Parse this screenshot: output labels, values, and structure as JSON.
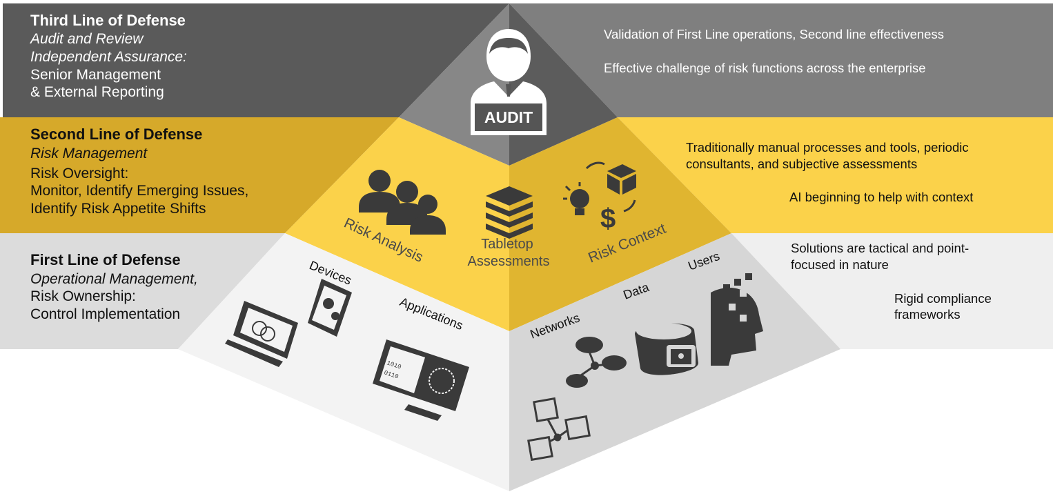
{
  "colors": {
    "third_band": "#5a5a5a",
    "third_pyramid_left": "#7a7a7a",
    "third_pyramid_right": "#555555",
    "second_band": "#d6a92a",
    "second_pyramid_left": "#fbd24a",
    "second_pyramid_right": "#e0b530",
    "first_band": "#dcdcdc",
    "first_pyramid_left": "#f3f3f3",
    "first_pyramid_right": "#d6d6d6",
    "icon_dark": "#3a3a3a"
  },
  "third_line": {
    "title": "Third Line of Defense",
    "subtitle": "Audit and Review",
    "line1": "Independent  Assurance:",
    "line2": "Senior Management",
    "line3": "& External Reporting",
    "right_1": "Validation of First Line operations, Second line effectiveness",
    "right_2": "Effective challenge of risk functions across the enterprise"
  },
  "second_line": {
    "title": "Second Line of Defense",
    "subtitle": "Risk Management",
    "line1": "Risk Oversight:",
    "line2": "Monitor, Identify Emerging Issues,",
    "line3": "Identify Risk Appetite Shifts",
    "right_1a": "Traditionally manual processes and tools, periodic",
    "right_1b": "consultants, and subjective assessments",
    "right_2": "AI beginning to help with context"
  },
  "first_line": {
    "title": "First Line of Defense",
    "subtitle": "Operational Management,",
    "line1": "Risk Ownership:",
    "line2": "Control Implementation",
    "right_1a": "Solutions are tactical and point-",
    "right_1b": "focused in nature",
    "right_2a": "Rigid compliance",
    "right_2b": "frameworks"
  },
  "pyramid": {
    "audit_label": "AUDIT",
    "risk_analysis": "Risk Analysis",
    "tabletop_1": "Tabletop",
    "tabletop_2": "Assessments",
    "risk_context": "Risk Context",
    "devices": "Devices",
    "applications": "Applications",
    "networks": "Networks",
    "data": "Data",
    "users": "Users"
  },
  "icons": [
    "person-icon",
    "team-icon",
    "stack-icon",
    "lightbulb-icon",
    "cube-icon",
    "dollar-icon",
    "laptop-icon",
    "phone-gears-icon",
    "monitor-binary-icon",
    "cloud-network-icon",
    "database-lock-icon",
    "head-pixel-icon",
    "flowchart-icon"
  ]
}
